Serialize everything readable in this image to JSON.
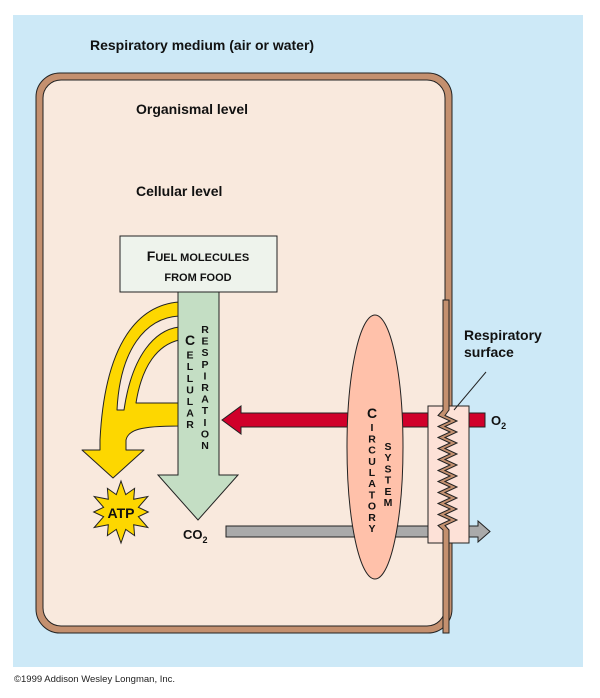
{
  "labels": {
    "medium": "Respiratory medium (air or water)",
    "organismal": "Organismal level",
    "cellular": "Cellular level",
    "fuel_line1_cap": "F",
    "fuel_line1_rest": "UEL MOLECULES",
    "fuel_line2": "FROM FOOD",
    "cellular_resp_col1": [
      "C",
      "E",
      "L",
      "L",
      "U",
      "L",
      "A",
      "R"
    ],
    "cellular_resp_col2": [
      "R",
      "E",
      "S",
      "P",
      "I",
      "R",
      "A",
      "T",
      "I",
      "O",
      "N"
    ],
    "circulatory_col1": [
      "C",
      "I",
      "R",
      "C",
      "U",
      "L",
      "A",
      "T",
      "O",
      "R",
      "Y"
    ],
    "circulatory_col2": [
      "S",
      "Y",
      "S",
      "T",
      "E",
      "M"
    ],
    "atp": "ATP",
    "co2_base": "CO",
    "co2_sub": "2",
    "o2_base": "O",
    "o2_sub": "2",
    "resp_surface_line1": "Respiratory",
    "resp_surface_line2": "surface"
  },
  "colors": {
    "medium": "#CDE9F7",
    "organism_fill": "#F9E9DD",
    "organism_border": "#C4906F",
    "fuel_box": "#EEF3EC",
    "respiration_arrow": "#C4DEC4",
    "atp_arrow": "#FDD700",
    "o2_arrow": "#D0002A",
    "co2_arrow": "#AAAAAA",
    "circulatory": "#FFC1AA",
    "surface_box": "#FDE1D7"
  },
  "copyright": "©1999 Addison Wesley Longman, Inc."
}
